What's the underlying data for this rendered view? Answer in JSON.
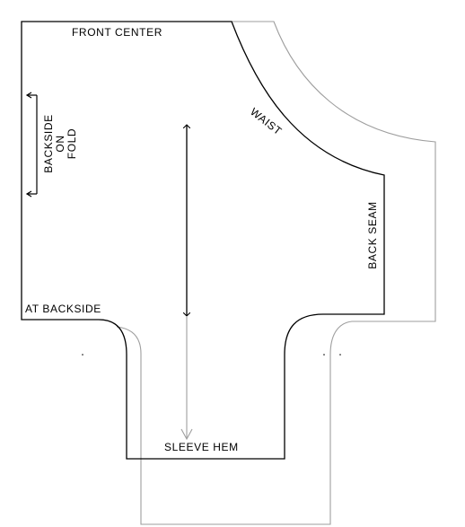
{
  "labels": {
    "front_center": "FRONT CENTER",
    "waist": "WAIST",
    "backside_fold": [
      "BACKSIDE",
      "ON",
      "FOLD"
    ],
    "back_seam": "BACK SEAM",
    "at_backside": "AT BACKSIDE",
    "sleeve_hem": "SLEEVE HEM"
  },
  "colors": {
    "outline": "#000000",
    "seam_allowance": "#9e9e9e",
    "background": "#ffffff"
  }
}
